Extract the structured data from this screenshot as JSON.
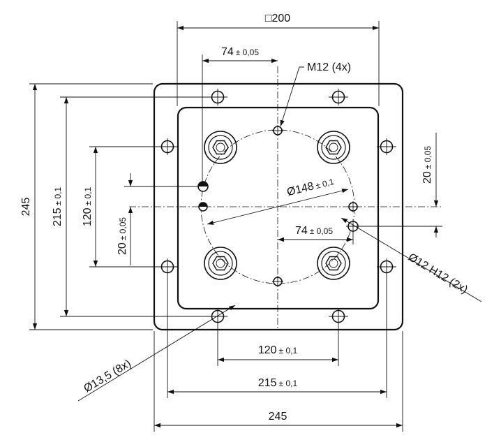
{
  "drawing": {
    "square_symbol_label": "□200",
    "dim_74_top": {
      "value": "74",
      "tol": "± 0,05"
    },
    "thread_note": "M12 (4x)",
    "dim_245_left": "245",
    "dim_215_left": {
      "value": "215",
      "tol": "± 0,1"
    },
    "dim_120_left": {
      "value": "120",
      "tol": "± 0,1"
    },
    "dim_20_left": {
      "value": "20",
      "tol": "± 0,05"
    },
    "dim_148_circle": {
      "value": "Ø148",
      "tol": "± 0,1"
    },
    "dim_20_right": {
      "value": "20",
      "tol": "± 0,05"
    },
    "dim_74_mid": {
      "value": "74",
      "tol": "± 0,05"
    },
    "pin_hole_note": "Ø12 H12 (2x)",
    "through_hole_note": "Ø13,5 (8x)",
    "dim_120_bottom": {
      "value": "120",
      "tol": "± 0,1"
    },
    "dim_215_bottom": {
      "value": "215",
      "tol": "± 0,1"
    },
    "dim_245_bottom": "245"
  }
}
